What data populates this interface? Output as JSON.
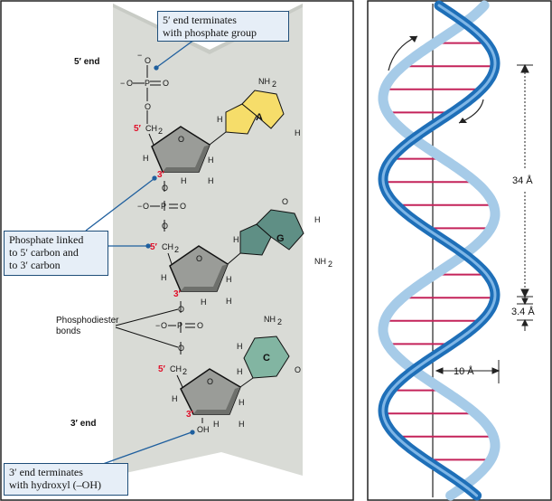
{
  "left_panel": {
    "five_end": "5′ end",
    "three_end": "3′ end",
    "callout_top": "5′ end terminates\nwith phosphate group",
    "callout_mid": "Phosphate linked\nto 5′ carbon and\nto 3′ carbon",
    "callout_bottom": "3′ end terminates\nwith hydroxyl (–OH)",
    "phosphodiester": "Phosphodiester\nbonds",
    "carbon_5": "5′",
    "carbon_3": "3′",
    "ch2": "CH",
    "two": "2",
    "oh": "OH",
    "bases": [
      {
        "letter": "A",
        "color": "#f6dd6a"
      },
      {
        "letter": "G",
        "color": "#5f8f85"
      },
      {
        "letter": "C",
        "color": "#82b5a2"
      }
    ],
    "atoms": {
      "O": "O",
      "P": "P",
      "H": "H",
      "N": "N",
      "minus": "−",
      "nh2": "NH",
      "eq": "="
    }
  },
  "right_panel": {
    "measure_major": "34 Å",
    "measure_rise": "3.4 Å",
    "measure_width": "10 Å",
    "colors": {
      "strand_dark": "#1e6fb8",
      "strand_light": "#a6cbe8",
      "pair": "#c4235a"
    }
  },
  "colors": {
    "backbone_band": "#d9dbd6",
    "callout_fill": "#e6eef7",
    "callout_border": "#1f4e79",
    "pointer": "#1f5f9e"
  }
}
